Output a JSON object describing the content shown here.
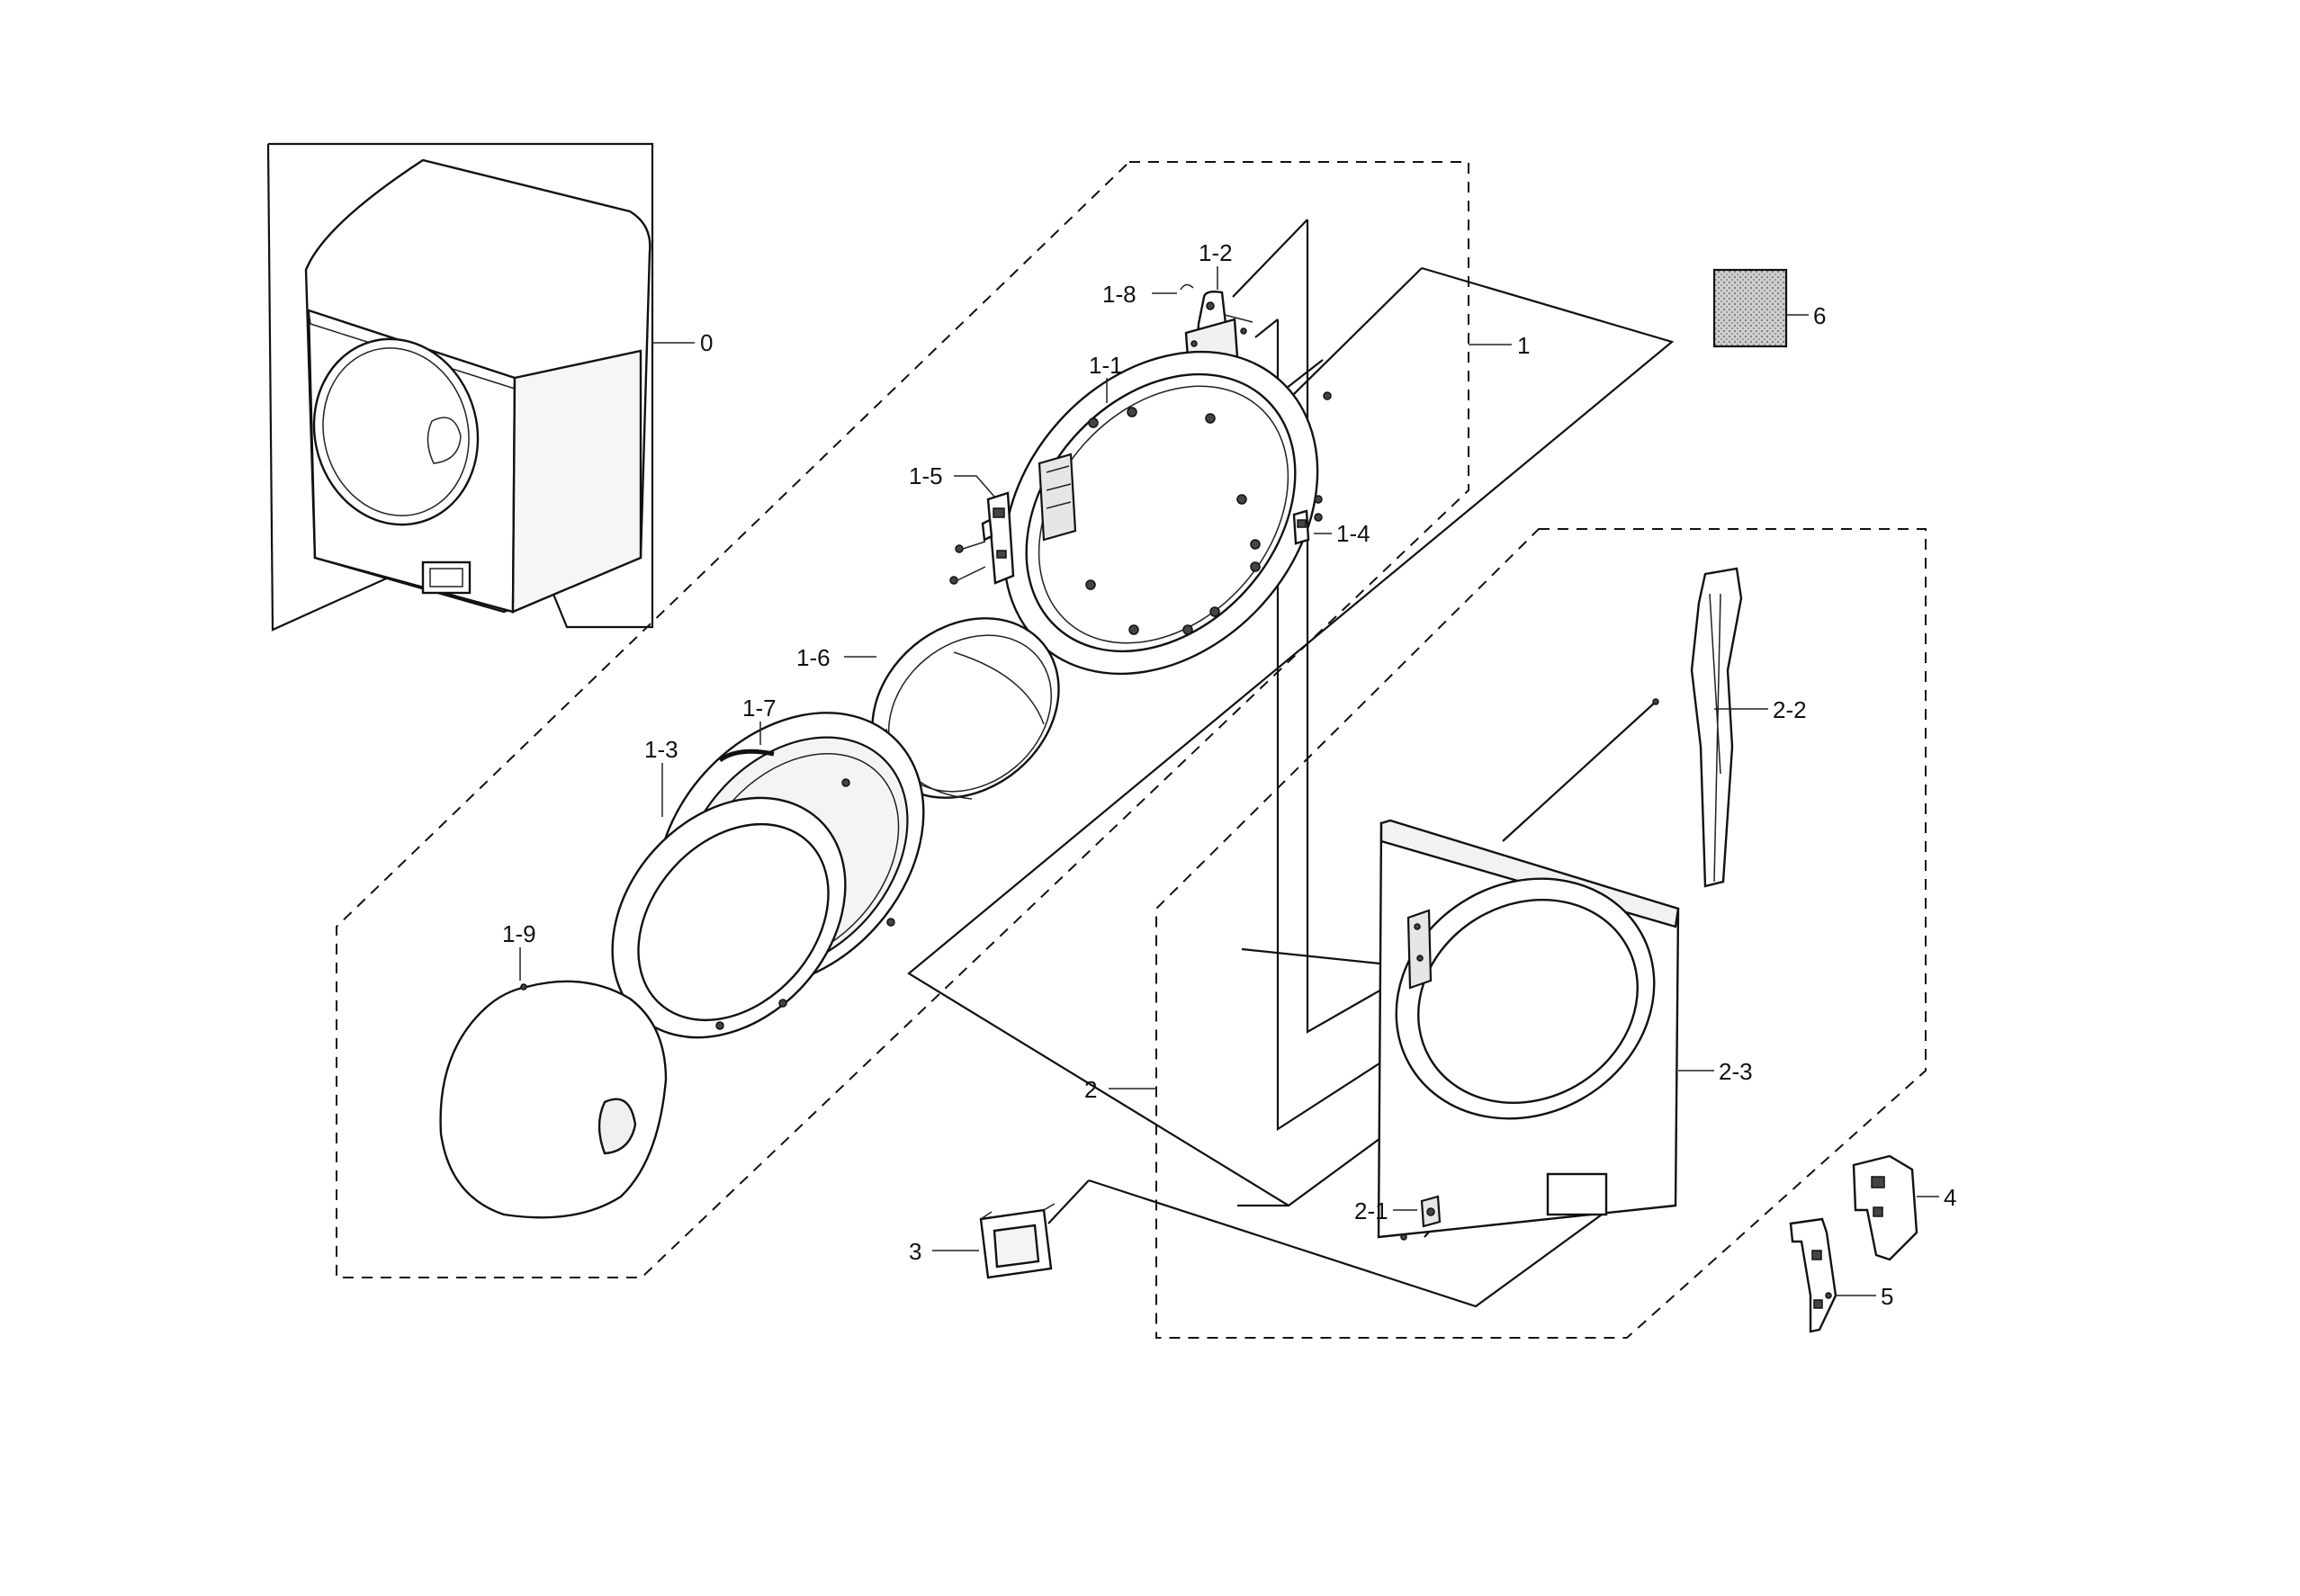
{
  "labels": {
    "l0": "0",
    "l1": "1",
    "l1_1": "1-1",
    "l1_2": "1-2",
    "l1_3": "1-3",
    "l1_4": "1-4",
    "l1_5": "1-5",
    "l1_6": "1-6",
    "l1_7": "1-7",
    "l1_8": "1-8",
    "l1_9": "1-9",
    "l2": "2",
    "l2_1": "2-1",
    "l2_2": "2-2",
    "l2_3": "2-3",
    "l3": "3",
    "l4": "4",
    "l5": "5",
    "l6": "6"
  }
}
